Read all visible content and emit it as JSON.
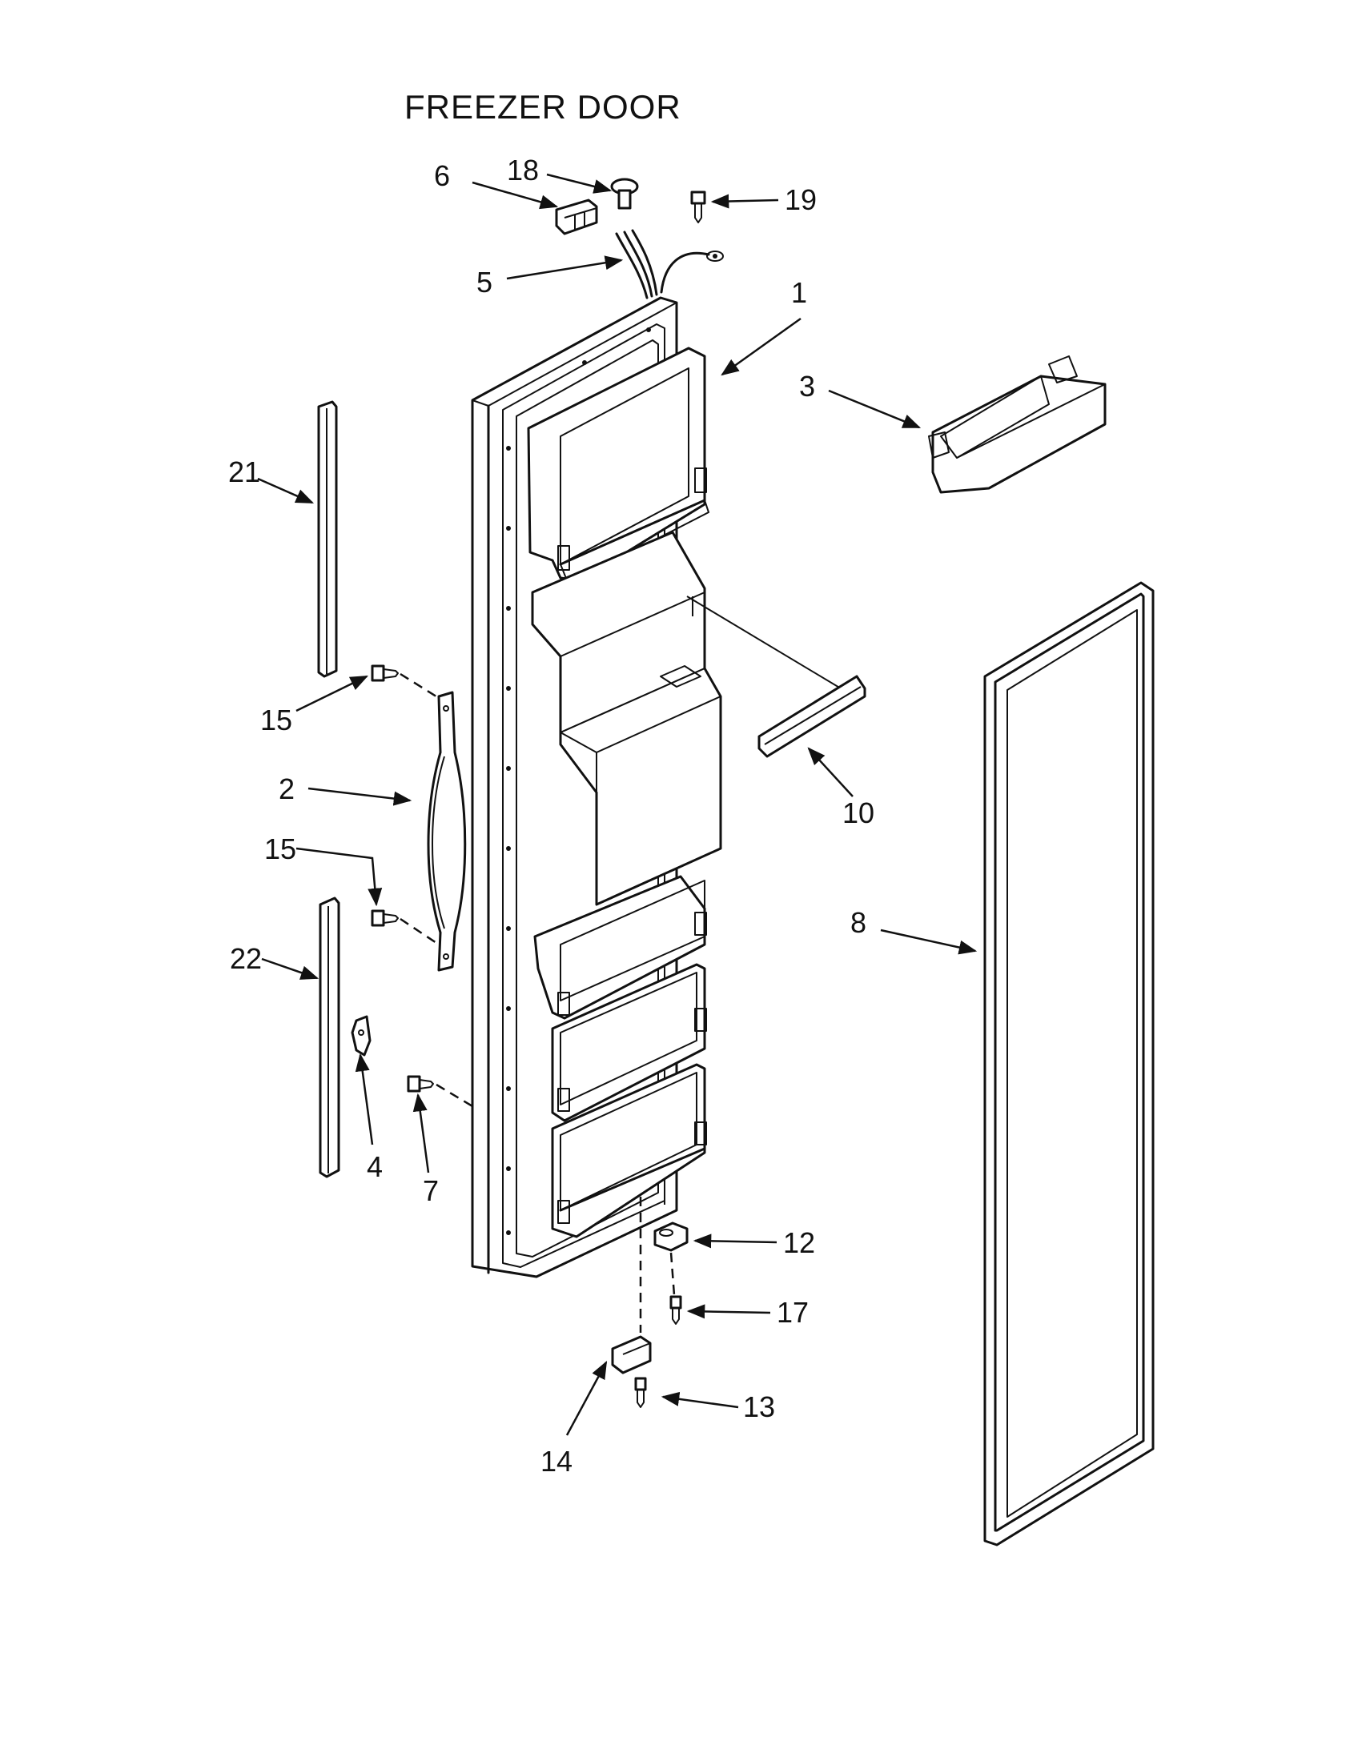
{
  "title": "FREEZER DOOR",
  "callouts": [
    {
      "id": "c1",
      "label": "1"
    },
    {
      "id": "c2",
      "label": "2"
    },
    {
      "id": "c3",
      "label": "3"
    },
    {
      "id": "c4",
      "label": "4"
    },
    {
      "id": "c5",
      "label": "5"
    },
    {
      "id": "c6",
      "label": "6"
    },
    {
      "id": "c7",
      "label": "7"
    },
    {
      "id": "c8",
      "label": "8"
    },
    {
      "id": "c10",
      "label": "10"
    },
    {
      "id": "c12",
      "label": "12"
    },
    {
      "id": "c13",
      "label": "13"
    },
    {
      "id": "c14",
      "label": "14"
    },
    {
      "id": "c15a",
      "label": "15"
    },
    {
      "id": "c15b",
      "label": "15"
    },
    {
      "id": "c17",
      "label": "17"
    },
    {
      "id": "c18",
      "label": "18"
    },
    {
      "id": "c19",
      "label": "19"
    },
    {
      "id": "c21",
      "label": "21"
    },
    {
      "id": "c22",
      "label": "22"
    }
  ]
}
